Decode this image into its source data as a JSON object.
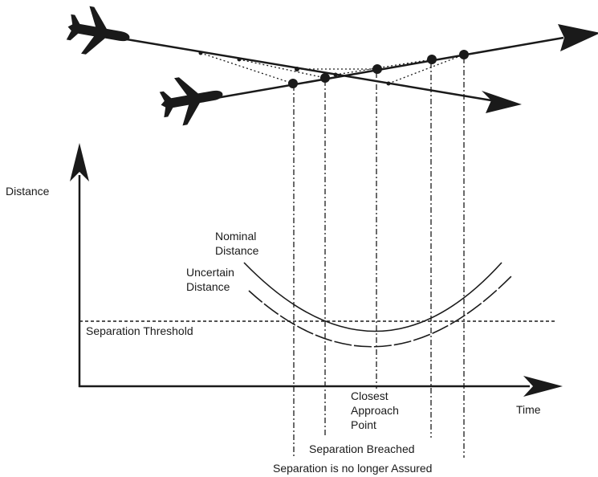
{
  "labels": {
    "distance_axis": "Distance",
    "time_axis": "Time",
    "nominal_distance": [
      "Nominal",
      "Distance"
    ],
    "uncertain_distance": [
      "Uncertain",
      "Distance"
    ],
    "separation_threshold": "Separation Threshold",
    "closest_approach": [
      "Closest",
      "Approach",
      "Point"
    ],
    "separation_breached": "Separation Breached",
    "separation_not_assured": "Separation is no longer Assured"
  },
  "icons": {
    "aircraft": "airplane-icon",
    "arrowhead": "arrowhead-icon"
  },
  "colors": {
    "ink": "#1a1a1a",
    "background": "#ffffff"
  }
}
